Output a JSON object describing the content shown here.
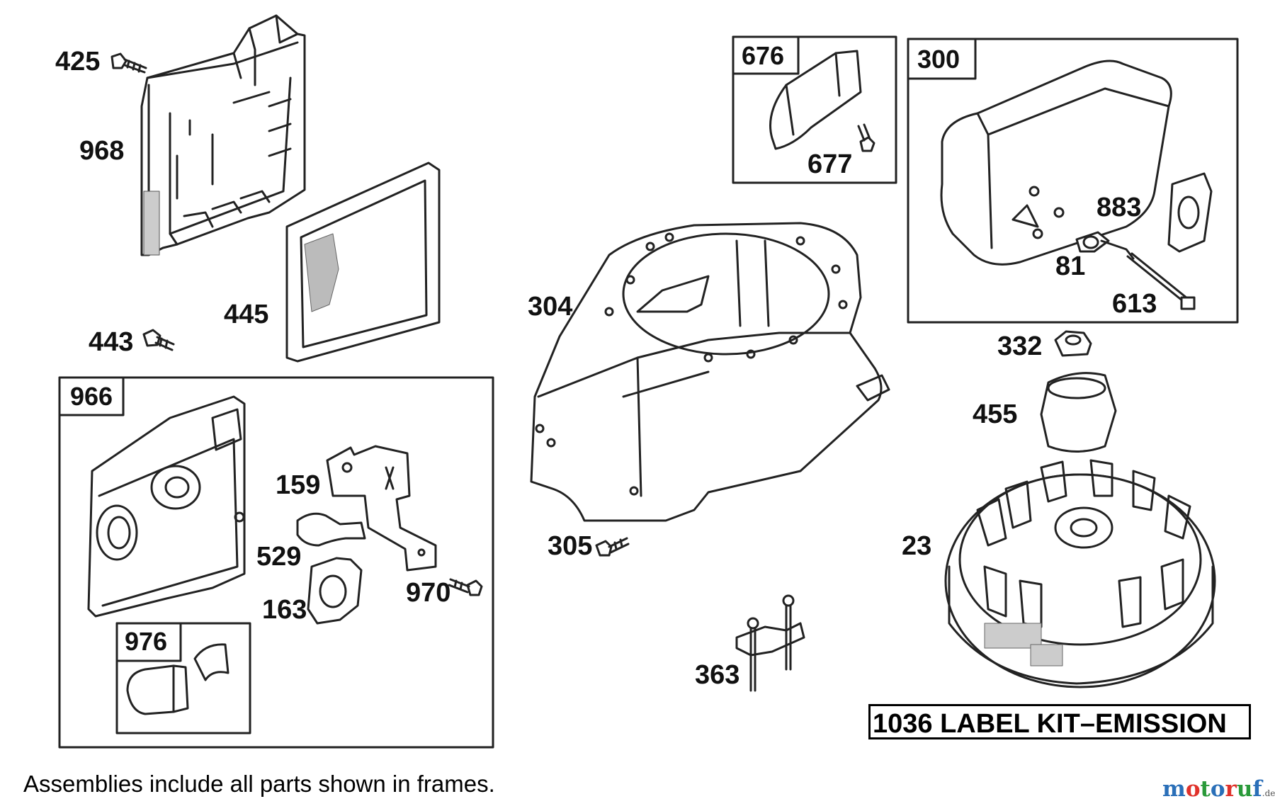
{
  "parts": {
    "p425": "425",
    "p968": "968",
    "p445": "445",
    "p443": "443",
    "p966": "966",
    "p159": "159",
    "p529": "529",
    "p163": "163",
    "p970": "970",
    "p976": "976",
    "p304": "304",
    "p305": "305",
    "p363": "363",
    "p676": "676",
    "p677": "677",
    "p300": "300",
    "p883": "883",
    "p81": "81",
    "p613": "613",
    "p332": "332",
    "p455": "455",
    "p23": "23"
  },
  "kit_label": "1036 LABEL KIT–EMISSION",
  "footnote": "Assemblies include all parts shown in frames.",
  "watermark": {
    "text": "motoruf",
    "suffix": ".de",
    "colors": [
      "#2a6fb8",
      "#e0322b",
      "#2a9a3a"
    ]
  }
}
